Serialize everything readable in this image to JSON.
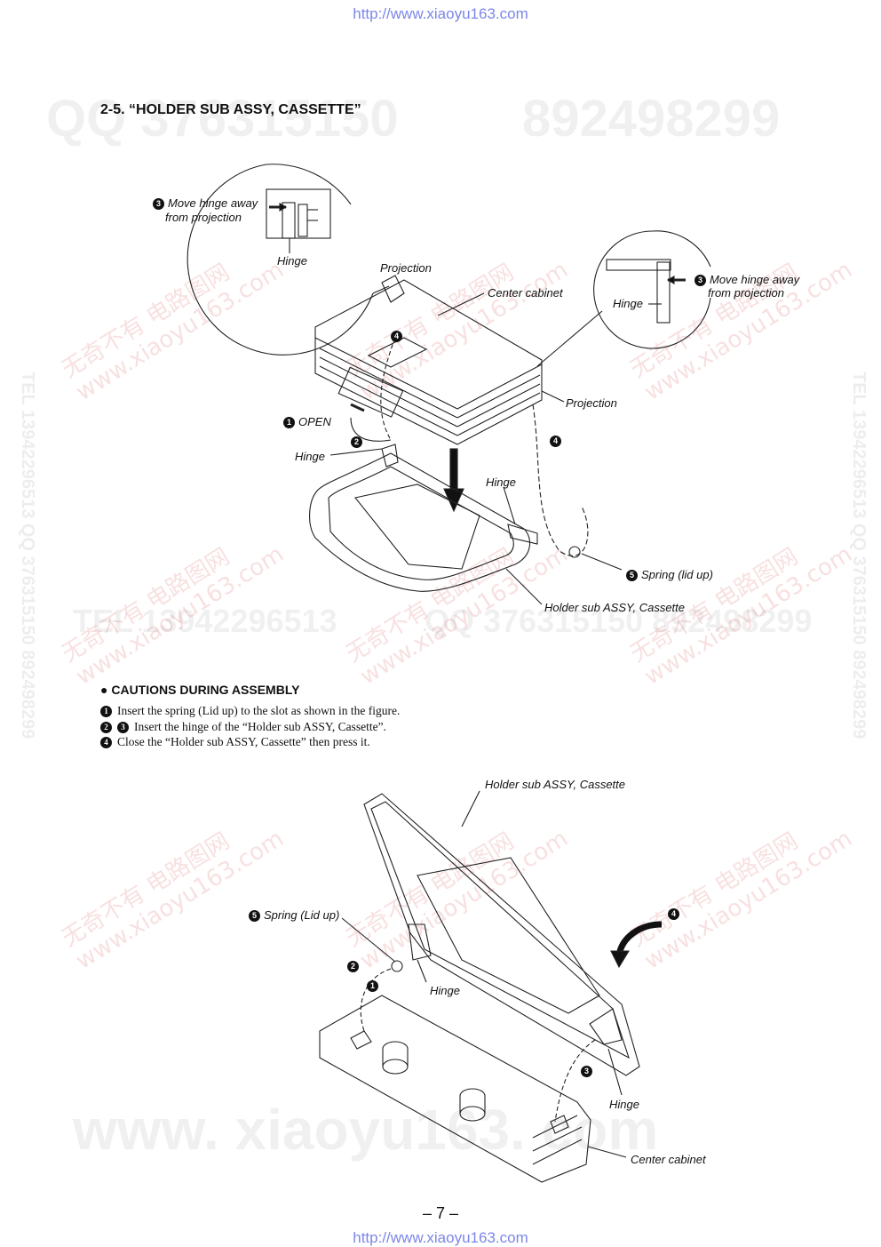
{
  "header_url": "http://www.xiaoyu163.com",
  "footer_url": "http://www.xiaoyu163.com",
  "section_title": "2-5. “HOLDER SUB ASSY, CASSETTE”",
  "watermarks": {
    "qq": "QQ 376315150",
    "qq2": "892498299",
    "tel": "TEL 13942296513",
    "qq_mid": "QQ 376315150  892498299",
    "www": "www. xiaoyu163. com",
    "side": "TEL 13942296513  QQ 376315150  892498299",
    "diag_cn": "无奇不有 电路图网",
    "diag_url": "www.xiaoyu163.com"
  },
  "figure1": {
    "labels": {
      "move_hinge_left_num": "3",
      "move_hinge_left_l1": "Move hinge away",
      "move_hinge_left_l2": "from projection",
      "hinge_inset_left": "Hinge",
      "projection_top": "Projection",
      "center_cabinet": "Center cabinet",
      "move_hinge_right_num": "3",
      "move_hinge_right_l1": "Move hinge away",
      "move_hinge_right_l2": "from projection",
      "hinge_inset_right": "Hinge",
      "step4_top": "4",
      "open_num": "1",
      "open": "OPEN",
      "step2": "2",
      "projection_right": "Projection",
      "step4_right": "4",
      "hinge_left": "Hinge",
      "hinge_mid": "Hinge",
      "spring_num": "5",
      "spring": "Spring (lid up)",
      "holder": "Holder sub ASSY, Cassette"
    }
  },
  "cautions": {
    "heading": "● CAUTIONS DURING ASSEMBLY",
    "items": [
      {
        "nums": [
          "1"
        ],
        "text": "Insert the spring (Lid up) to the slot as shown in the figure."
      },
      {
        "nums": [
          "2",
          "3"
        ],
        "text": "Insert the hinge of the “Holder sub ASSY, Cassette”."
      },
      {
        "nums": [
          "4"
        ],
        "text": "Close the “Holder sub ASSY, Cassette” then press it."
      }
    ]
  },
  "figure2": {
    "labels": {
      "holder": "Holder sub ASSY, Cassette",
      "spring_num": "5",
      "spring": "Spring (Lid up)",
      "step4": "4",
      "step2": "2",
      "step1": "1",
      "hinge_left": "Hinge",
      "step3": "3",
      "hinge_right": "Hinge",
      "center_cabinet": "Center cabinet"
    }
  },
  "page_number": "– 7 –"
}
